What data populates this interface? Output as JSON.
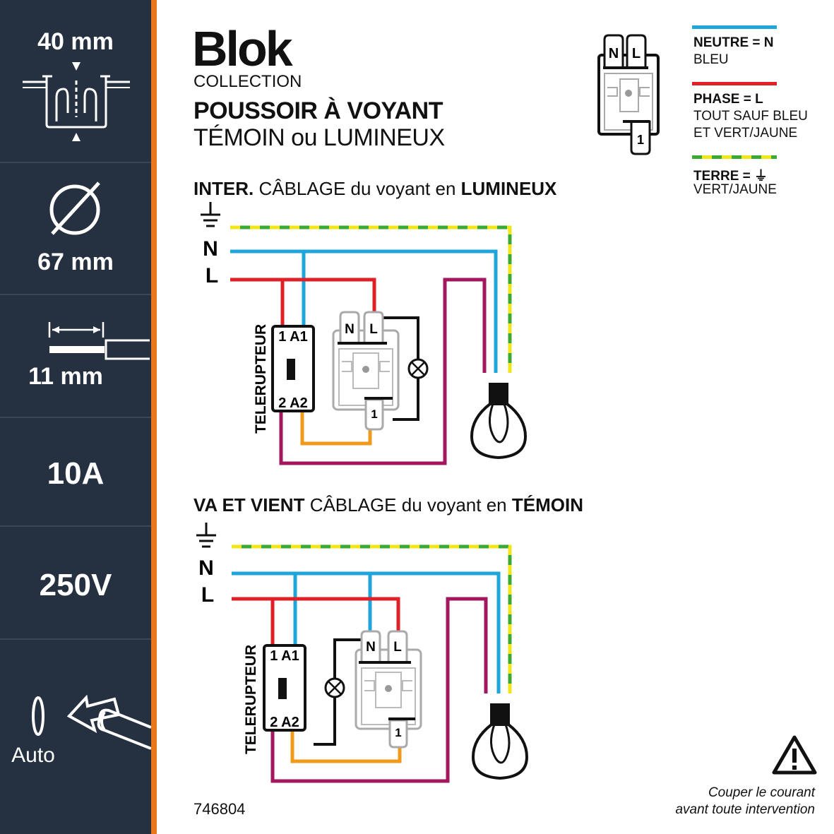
{
  "sidebar": {
    "depth": "40 mm",
    "diameter": "67 mm",
    "strip_length": "11 mm",
    "current": "10A",
    "voltage": "250V",
    "mode": "Auto"
  },
  "header": {
    "brand": "Blok",
    "collection": "COLLECTION",
    "title": "POUSSOIR À VOYANT",
    "subtitle": "TÉMOIN ou LUMINEUX"
  },
  "device": {
    "n": "N",
    "l": "L",
    "one": "1"
  },
  "legend": {
    "neutral_title": "NEUTRE = N",
    "neutral_desc": "BLEU",
    "phase_title": "PHASE = L",
    "phase_desc_1": "TOUT SAUF BLEU",
    "phase_desc_2": "ET VERT/JAUNE",
    "earth_title": "TERRE = ⏚",
    "earth_desc": "VERT/JAUNE",
    "colors": {
      "neutral": "#1ea6dc",
      "phase": "#e01f26",
      "earth_green": "#3aa935",
      "earth_yellow": "#f2e51b"
    }
  },
  "diagram1": {
    "title_bold": "INTER.",
    "title_mid": " CÂBLAGE du voyant en ",
    "title_end": "LUMINEUX",
    "earth_sym": "⏚",
    "n": "N",
    "l": "L",
    "relay_label": "TELERUPTEUR",
    "relay_top": "1 A1",
    "relay_bottom": "2 A2",
    "dev_n": "N",
    "dev_l": "L",
    "dev_one": "1"
  },
  "diagram2": {
    "title_bold": "VA ET VIENT",
    "title_mid": " CÂBLAGE du voyant en ",
    "title_end": "TÉMOIN",
    "earth_sym": "⏚",
    "n": "N",
    "l": "L",
    "relay_label": "TELERUPTEUR",
    "relay_top": "1 A1",
    "relay_bottom": "2 A2",
    "dev_n": "N",
    "dev_l": "L",
    "dev_one": "1"
  },
  "footer": {
    "reference": "746804",
    "warning_1": "Couper le courant",
    "warning_2": "avant toute intervention"
  }
}
